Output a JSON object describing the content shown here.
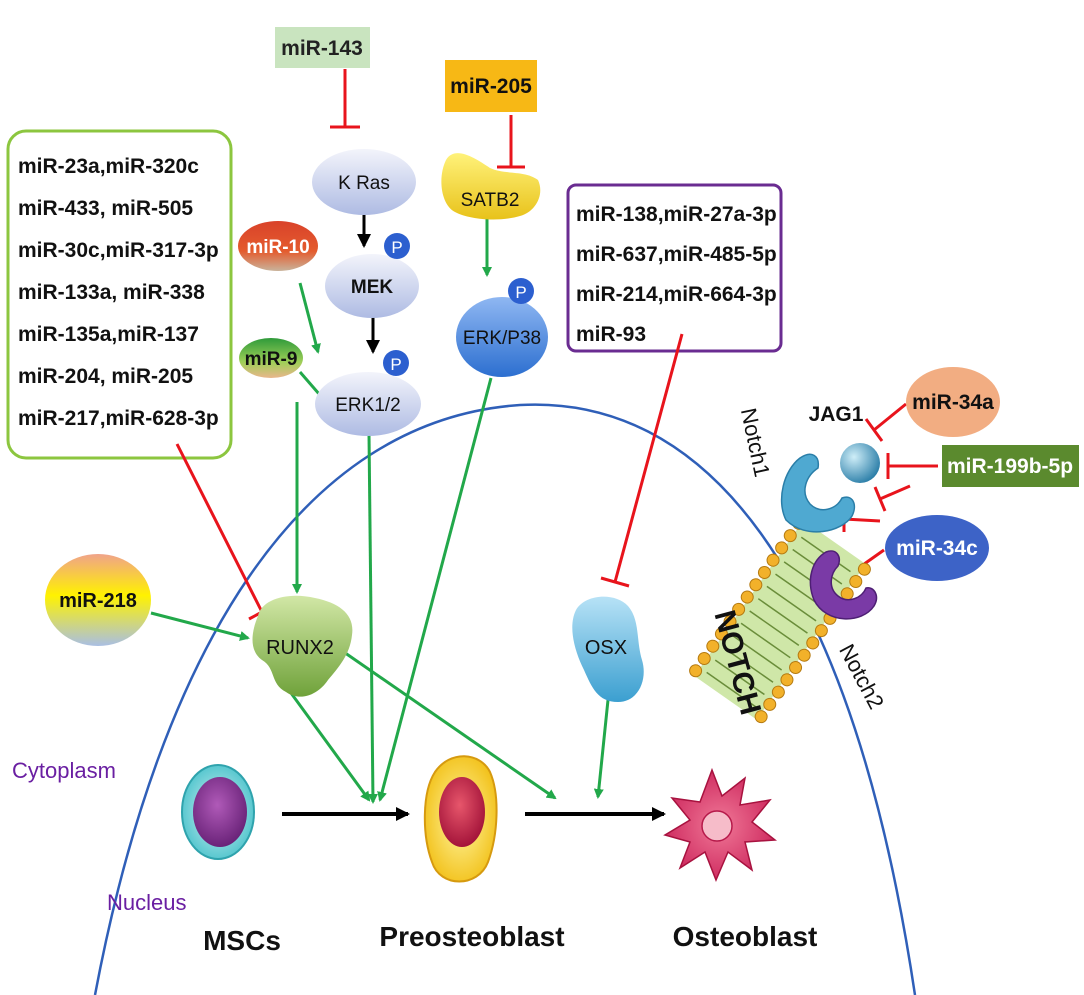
{
  "diagram": {
    "regions": {
      "cytoplasm": "Cytoplasm",
      "nucleus": "Nucleus"
    },
    "cells": {
      "mscs": "MSCs",
      "preosteoblast": "Preosteoblast",
      "osteoblast": "Osteoblast"
    },
    "mirna_box_green": [
      "miR-23a,miR-320c",
      "miR-433, miR-505",
      "miR-30c,miR-317-3p",
      "miR-133a, miR-338",
      "miR-135a,miR-137",
      "miR-204, miR-205",
      "miR-217,miR-628-3p"
    ],
    "mirna_box_purple": [
      "miR-138,miR-27a-3p",
      "miR-637,miR-485-5p",
      "miR-214,miR-664-3p",
      "miR-93"
    ],
    "mirnas": {
      "mir143": "miR-143",
      "mir205": "miR-205",
      "mir10": "miR-10",
      "mir9": "miR-9",
      "mir218": "miR-218",
      "mir34a": "miR-34a",
      "mir199b": "miR-199b-5p",
      "mir34c": "miR-34c"
    },
    "proteins": {
      "kras": "K Ras",
      "mek": "MEK",
      "erk12": "ERK1/2",
      "satb2": "SATB2",
      "erkp38": "ERK/P38",
      "runx2": "RUNX2",
      "osx": "OSX",
      "jag1": "JAG1",
      "notch1": "Notch1",
      "notch2": "Notch2",
      "notch": "NOTCH"
    },
    "phospho": "P",
    "colors": {
      "activation": "#22a84a",
      "inhibition": "#e8141c",
      "flow": "#000000",
      "nucleus_line": "#2f5fb8",
      "region_label": "#6a1fa2",
      "green_box": "#8cc63f",
      "purple_box": "#6a2c91"
    }
  }
}
